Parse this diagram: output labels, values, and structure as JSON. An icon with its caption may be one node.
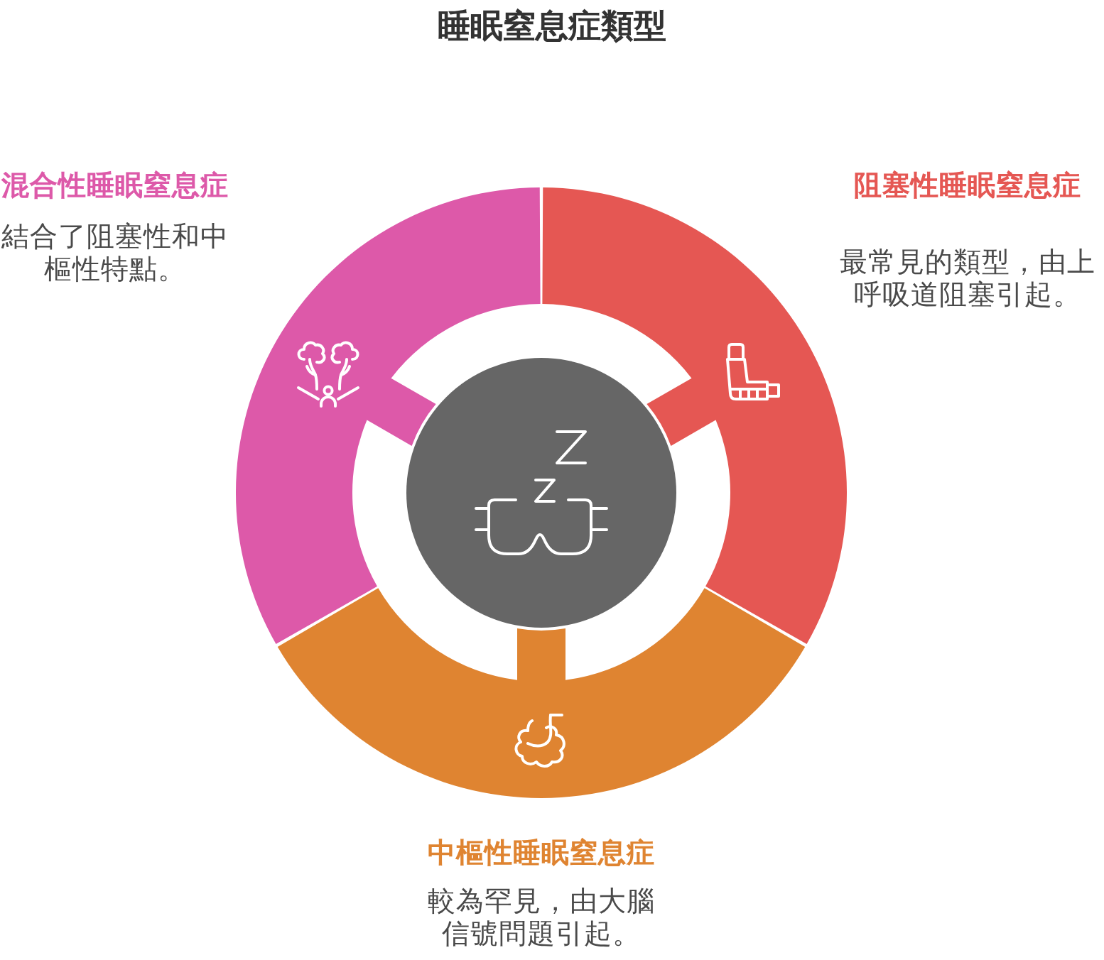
{
  "diagram": {
    "title": "睡眠窒息症類型",
    "nodes": [
      {
        "text": [],
        "shape": "band",
        "beside": [
          "混合性睡眠窒息症",
          "結合了阻塞性和中樞性特點。"
        ]
      },
      {
        "text": [],
        "shape": "band",
        "beside": [
          "阻塞性睡眠窒息症",
          "最常見的類型，由上呼吸道阻塞引起。"
        ]
      },
      {
        "text": [],
        "shape": "circle"
      },
      {
        "text": [],
        "shape": "band",
        "beside": [
          "中樞性睡眠窒息症",
          "較為罕見，由大腦信號問題引起。"
        ]
      }
    ]
  }
}
